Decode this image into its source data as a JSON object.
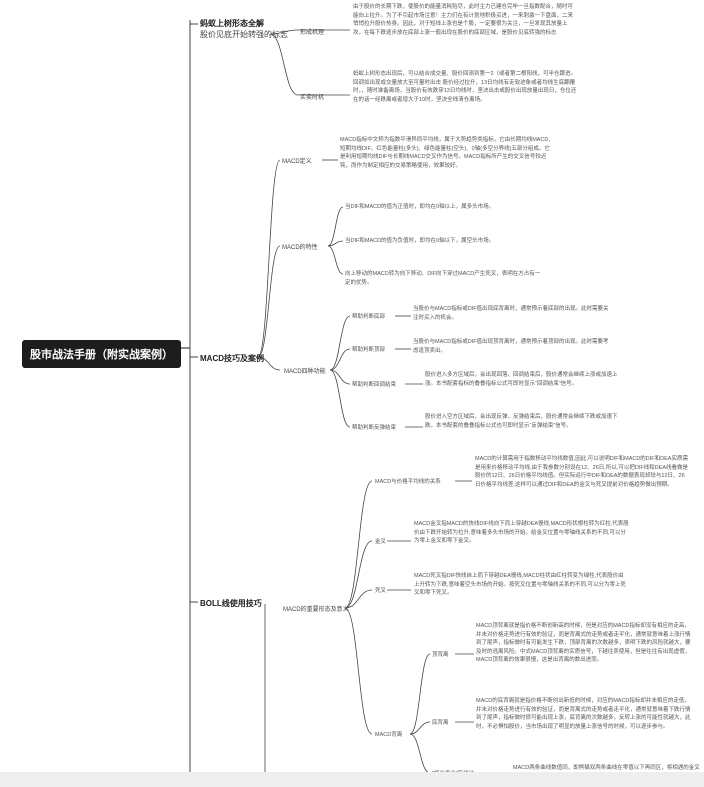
{
  "root": "股市战法手册（附实战案例）",
  "branches": {
    "candle": {
      "title": "蚂蚁上树形态全解",
      "subtitle": "股价见底开始转强的标志",
      "mechanism": {
        "label": "形成机理",
        "text": "由于股价的长期下跌，使股价的能量消耗殆尽，此时主力已建仓完毕一旦指数配合，随时可能向上拉升。为了不引起市场注意！主力们在有计划地积极买进，一来刺激一下盘面，二来悄悄拉升股价热身。因此，对于短线上涨也是个股，一定要很为关注，一旦发现其放量上攻，在每下跌逐步放在底部上涨一般出现在股价的底部区域，是股价见底转强的标志"
      },
      "timing": {
        "label": "买卖时机",
        "text": "蚂蚁上树形态出现后，可以结合成交量、股价回测到第一2（或者第二根阳线，可半仓跟进。回调如出现成交量放大至可量时出击 股价经过拉升，13日均线有走软迹象或者均线生底翻覆时，，随时准备离场，当股价有效跌穿13日均线时，坚决出击或股价出现放量出现日，仓位还在的话一经跌离或者增大于10时，坚决全线清仓离场。"
      }
    },
    "macd": {
      "title": "MACD技巧及案例",
      "definition": {
        "label": "MACD定义",
        "text": "MACD指标中文称为指数平滑异同平均线，属于大势趋势类指标，它由长期均线MACD、短期均线DIF、红色能量柱(多头)、绿色能量柱(空头)、0轴(多空分界线)五部分组成。它是利用短期均线DIF与长期线MACD交叉作为信号。MACD指标所产生的交叉信号较迟钝，而作为制定相应的交易策略使用，效果较好。"
      },
      "features": {
        "label": "MACD的特性",
        "items": [
          "当DIF和MACD的值为正值时，即均在0轴以上，属多头市场。",
          "当DIF和MACD的值为负值时，即均在0轴以下，属空头市场。",
          "向上移动的MACD转为向下移动、DIF向下穿过MACD产生死叉，表明在方占有一定的优势。"
        ]
      },
      "four": {
        "label": "MACD四种功能",
        "items": [
          {
            "label": "帮助判断底部",
            "text": "当股价与MACD指标或DIF值出现底背离时，通常预示着底部的出现。此时需要关注时买入的机会。"
          },
          {
            "label": "帮助判断顶部",
            "text": "当股价与MACD指标或DIF值出现顶背离时，通常预示着顶部的出现。此时需要考虑逢顶卖出。"
          },
          {
            "label": "帮助判断回调结束",
            "text": "股价进入多方区域后，会出现回落、回调结束后，股价通常会继续上涨或加速上涨。本书配套指标的叠叠指标公式可即时显示“回调结束”信号。"
          },
          {
            "label": "帮助判断反弹结束",
            "text": "股价进入空方区域后，会出现反弹，反弹结束后，股价通常会继续下跌或加速下跌。本书配套的叠叠指标公式也可即时显示“反弹结束”信号。"
          }
        ]
      }
    },
    "boll": {
      "title": "BOLL线使用技巧"
    },
    "forms": {
      "label": "MACD的重要形态及意义",
      "relation": {
        "label": "MACD与价格平均线的关系",
        "text": "MACD的计算需用于指数移动平均线数值,因此,可以说明DIF和MACD的DIF和DEA实质需是用来价格移动平均线,由于我参数分别设在12、26日,所以,可以把DIF线和DEA线看做是股价的12日、26日价格平均线值。但实际运行中DIF和DEA的数据表现却较与12日、26日价格平均线差,这样可以通过DIF和DEA的金叉与死叉提前对价格趋势做出预期。"
      },
      "golden": {
        "label": "金叉",
        "text": "MACD金叉指MACD的快线DIF线向下而上穿越DEA慢线,MACD形状根柱转为红柱,代表股价由下跌开始转为拉升,意味着多头市场的开始。给金叉位置与零轴线关系的不同,可以分为零上金叉和零下金叉。"
      },
      "dead": {
        "label": "死叉",
        "text": "MACD死叉指DIF快线自上而下穿越DEA慢线,MACD柱状由红柱转变为绿柱,代表股价由上升转为下跌,意味着空头市场的开始。按死叉位置与零轴线关系的不同,可以分为零上死叉和零下死叉。"
      },
      "divergence": {
        "label": "MACD背离",
        "top": {
          "label": "顶背离",
          "text": "MACD顶背离就是指价格不断创新高的时候，但是对应的MACD指标却没有相应的走高，并未对价格走势进行有效的验证，而是背离式的走势或者走平化，通常就意味着上涨行情到了尾声，指标做时有可能发生下跌，顶部背离的次数越多，表明下跌的风险就越大，要及时的逃离风险。中式MACD顶背离的实质信号，下越往卖使用，但是往往有出现虚假，MACD顶背离的效果很慢，这是出背离的数出进而。"
        },
        "bottom": {
          "label": "底背离",
          "text": "MACD的底背离就是指价格不断创出新低的时候，对应的MACD指标却并未相应的走低，并未对价格走势进行有效的验证，而是背离式的走势或者走平化，通常就意味着下跌行情到了尾声，指标做时很可能出现上涨，底背离的次数越多，反转上涨的可能性就越大，此时，不必惧怕股价，当市场出现了明显的放量上涨信号的时候，可以逐步参与。"
        },
        "tech": {
          "label": "“将金手金”实战法",
          "text": "MACD两条曲线数值同，即熊猫双两条曲线在零值以下再同区，将相遇的金叉点为“将金手金”，这时就可以适当的买进"
        }
      }
    }
  }
}
